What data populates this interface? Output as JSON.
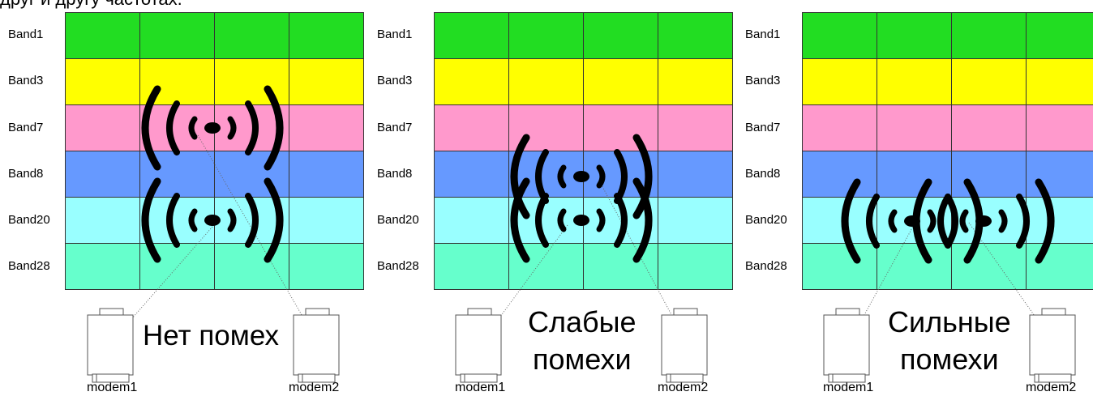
{
  "header_text": "друг и другу частотах.",
  "bands": [
    {
      "name": "Band1",
      "color": "#22dd22"
    },
    {
      "name": "Band3",
      "color": "#ffff00"
    },
    {
      "name": "Band7",
      "color": "#ff99cc"
    },
    {
      "name": "Band8",
      "color": "#6699ff"
    },
    {
      "name": "Band20",
      "color": "#99ffff"
    },
    {
      "name": "Band28",
      "color": "#66ffcc"
    }
  ],
  "panels": [
    {
      "caption_line1": "Нет помех",
      "caption_line2": "",
      "modem1": "modem1",
      "modem2": "modem2"
    },
    {
      "caption_line1": "Слабые",
      "caption_line2": "помехи",
      "modem1": "modem1",
      "modem2": "modem2"
    },
    {
      "caption_line1": "Сильные",
      "caption_line2": "помехи",
      "modem1": "modem1",
      "modem2": "modem2"
    }
  ]
}
